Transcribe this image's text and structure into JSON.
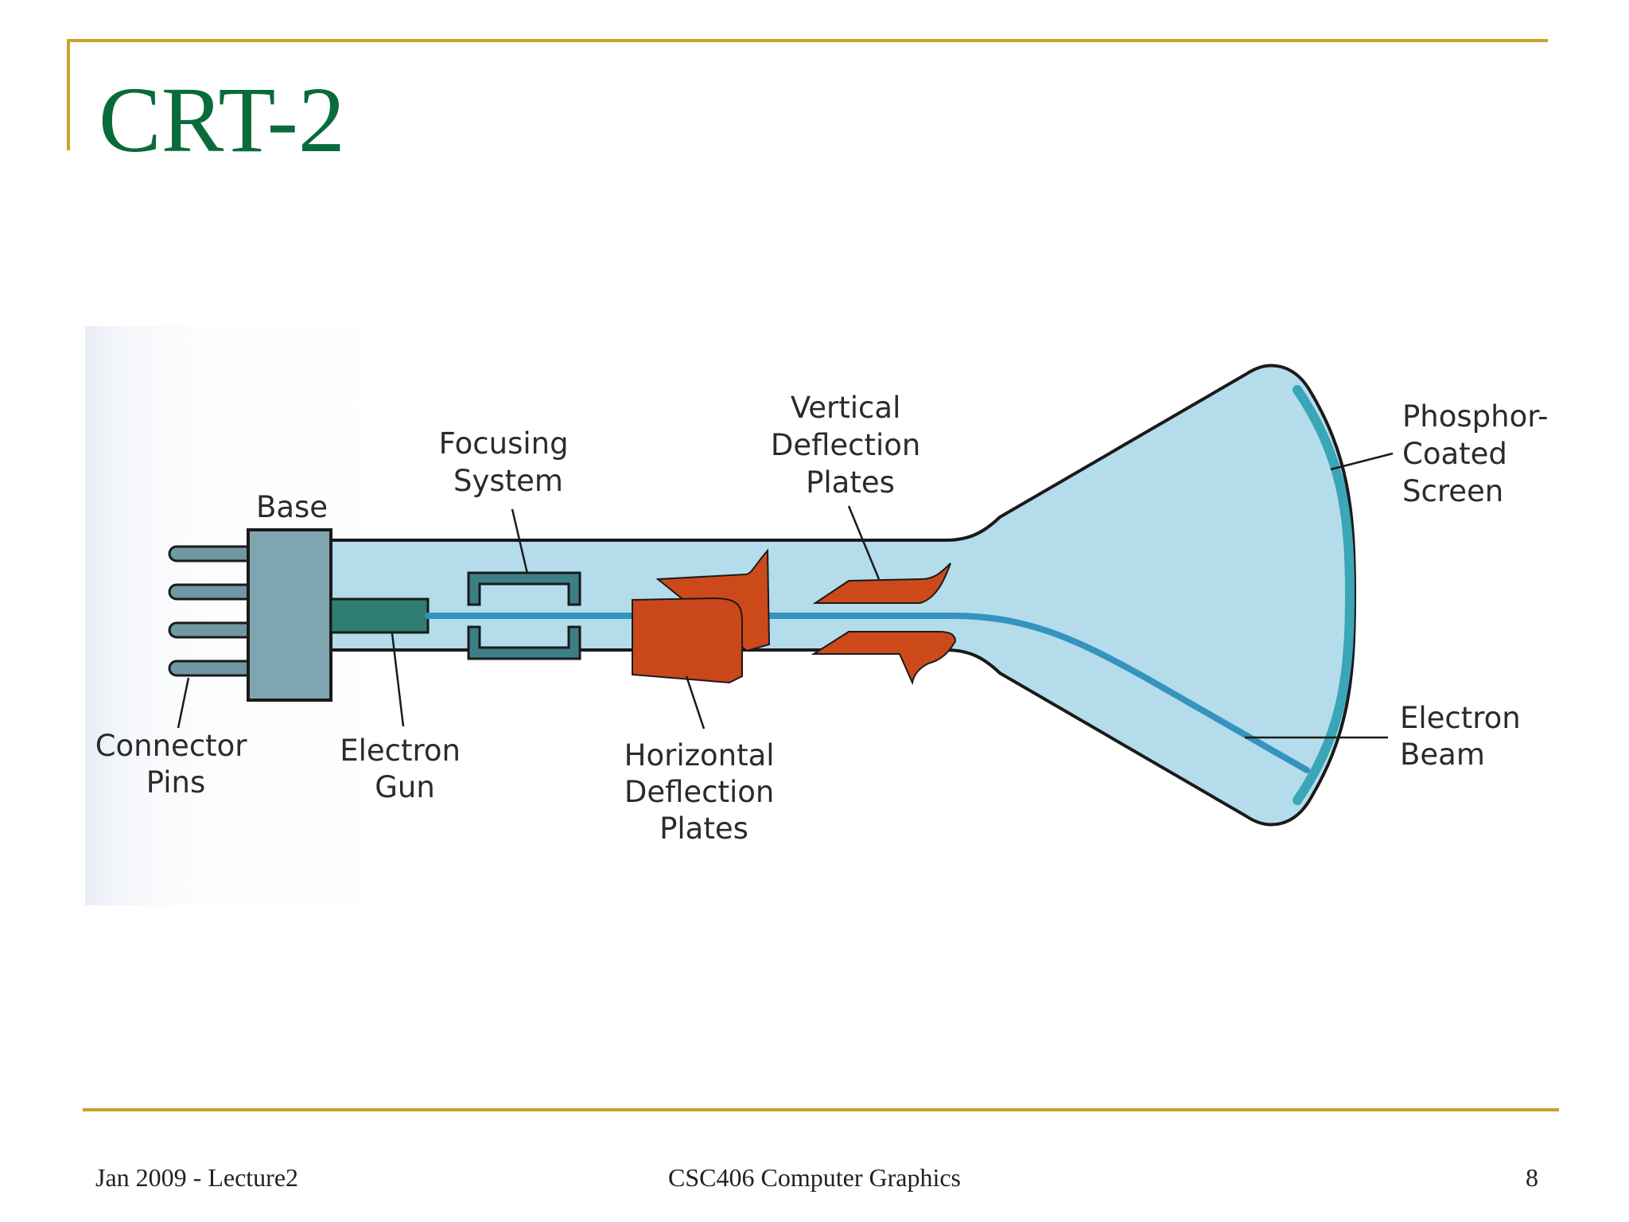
{
  "slide": {
    "title": "CRT-2"
  },
  "diagram": {
    "labels": {
      "base": "Base",
      "focusing_system": [
        "Focusing",
        "System"
      ],
      "vertical_deflection_plates": [
        "Vertical",
        "Deflection",
        "Plates"
      ],
      "phosphor_coated_screen": [
        "Phosphor-",
        "Coated",
        "Screen"
      ],
      "connector_pins": [
        "Connector",
        "Pins"
      ],
      "electron_gun": [
        "Electron",
        "Gun"
      ],
      "horizontal_deflection_plates": [
        "Horizontal",
        "Deflection",
        "Plates"
      ],
      "electron_beam": [
        "Electron",
        "Beam"
      ]
    },
    "colors": {
      "tube_fill": "#b5dcea",
      "outline": "#1a1a1a",
      "base": "#7fa6b0",
      "pins": "#6f98a3",
      "gun": "#2e7d71",
      "beam": "#3593c0",
      "focusing": "#3d7f86",
      "deflection_plates": "#cc4a1a",
      "screen": "#3aa6b8"
    }
  },
  "footer": {
    "left": "Jan 2009 - Lecture2",
    "center": "CSC406 Computer Graphics",
    "right": "8"
  }
}
